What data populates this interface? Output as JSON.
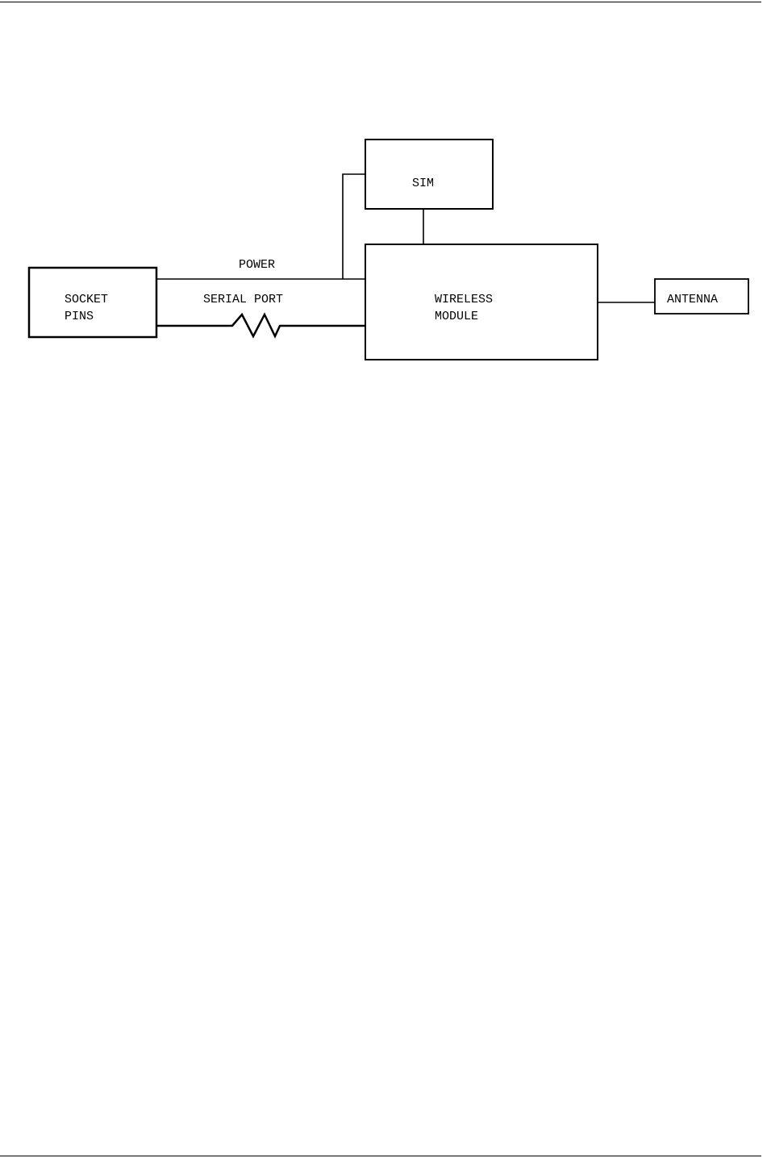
{
  "blocks": {
    "socket_pins": [
      "SOCKET",
      "PINS"
    ],
    "sim": "SIM",
    "wireless_module": [
      "WIRELESS",
      "MODULE"
    ],
    "antenna": "ANTENNA"
  },
  "connections": {
    "power": "POWER",
    "serial_port": "SERIAL PORT"
  },
  "colors": {
    "line": "#000000",
    "background": "#ffffff"
  }
}
